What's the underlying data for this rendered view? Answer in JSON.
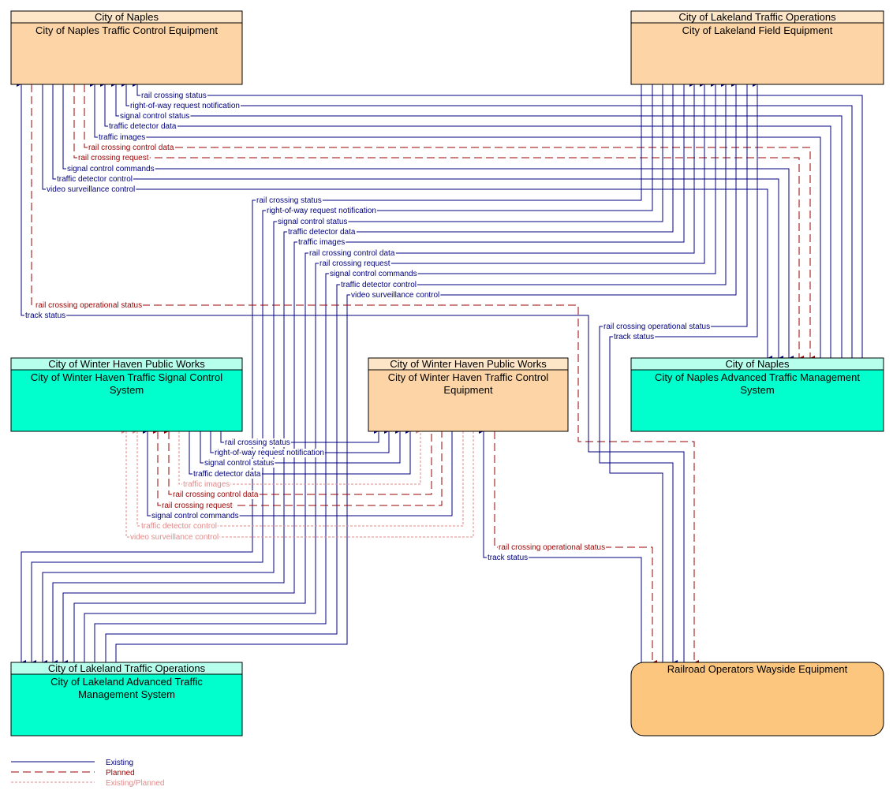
{
  "colors": {
    "existing": "#000080",
    "planned": "#9a0000",
    "existing_planned": "#e38a8a",
    "orange_fill": "#fcd4a6",
    "orange_header": "#fde5c8",
    "teal_fill": "#00ffcc",
    "teal_header": "#b6ffec",
    "wayside_fill": "#fcc67e",
    "box_stroke": "#000000"
  },
  "boxes": {
    "naples_tce": {
      "owner": "City of Naples",
      "title": [
        "City of Naples Traffic Control Equipment"
      ]
    },
    "lakeland_fe": {
      "owner": "City of Lakeland Traffic Operations",
      "title": [
        "City of Lakeland Field Equipment"
      ]
    },
    "wh_tscs": {
      "owner": "City of Winter Haven Public Works",
      "title": [
        "City of Winter Haven Traffic Signal Control",
        "System"
      ]
    },
    "wh_tce": {
      "owner": "City of Winter Haven Public Works",
      "title": [
        "City of Winter Haven Traffic Control",
        "Equipment"
      ]
    },
    "naples_atms": {
      "owner": "City of Naples",
      "title": [
        "City of Naples Advanced Traffic Management",
        "System"
      ]
    },
    "lakeland_atms": {
      "owner": "City of Lakeland Traffic Operations",
      "title": [
        "City of Lakeland Advanced Traffic",
        "Management System"
      ]
    },
    "wayside": {
      "title": [
        "Railroad Operators Wayside Equipment"
      ]
    }
  },
  "flows": {
    "naples": [
      {
        "label": "rail crossing status",
        "kind": "existing"
      },
      {
        "label": "right-of-way request notification",
        "kind": "existing"
      },
      {
        "label": "signal control status",
        "kind": "existing"
      },
      {
        "label": "traffic detector data",
        "kind": "existing"
      },
      {
        "label": "traffic images",
        "kind": "existing"
      },
      {
        "label": "rail crossing control data",
        "kind": "planned"
      },
      {
        "label": "rail crossing request",
        "kind": "planned"
      },
      {
        "label": "signal control commands",
        "kind": "existing"
      },
      {
        "label": "traffic detector control",
        "kind": "existing"
      },
      {
        "label": "video surveillance control",
        "kind": "existing"
      }
    ],
    "naples_wayside": [
      {
        "label": "rail crossing operational status",
        "kind": "planned"
      },
      {
        "label": "track status",
        "kind": "existing"
      }
    ],
    "lakeland": [
      {
        "label": "rail crossing status",
        "kind": "existing"
      },
      {
        "label": "right-of-way request notification",
        "kind": "existing"
      },
      {
        "label": "signal control status",
        "kind": "existing"
      },
      {
        "label": "traffic detector data",
        "kind": "existing"
      },
      {
        "label": "traffic images",
        "kind": "existing"
      },
      {
        "label": "rail crossing control data",
        "kind": "existing"
      },
      {
        "label": "rail crossing request",
        "kind": "existing"
      },
      {
        "label": "signal control commands",
        "kind": "existing"
      },
      {
        "label": "traffic detector control",
        "kind": "existing"
      },
      {
        "label": "video surveillance control",
        "kind": "existing"
      }
    ],
    "lakeland_wayside": [
      {
        "label": "rail crossing operational status",
        "kind": "existing"
      },
      {
        "label": "track status",
        "kind": "existing"
      }
    ],
    "winterhaven": [
      {
        "label": "rail crossing status",
        "kind": "existing"
      },
      {
        "label": "right-of-way request notification",
        "kind": "existing"
      },
      {
        "label": "signal control status",
        "kind": "existing"
      },
      {
        "label": "traffic detector data",
        "kind": "existing"
      },
      {
        "label": "traffic images",
        "kind": "existing_planned"
      },
      {
        "label": "rail crossing control data",
        "kind": "planned"
      },
      {
        "label": "rail crossing request",
        "kind": "planned"
      },
      {
        "label": "signal control commands",
        "kind": "existing"
      },
      {
        "label": "traffic detector control",
        "kind": "existing_planned"
      },
      {
        "label": "video surveillance control",
        "kind": "existing_planned"
      }
    ],
    "winterhaven_wayside": [
      {
        "label": "rail crossing operational status",
        "kind": "planned"
      },
      {
        "label": "track status",
        "kind": "existing"
      }
    ]
  },
  "legend": [
    {
      "label": "Existing",
      "kind": "existing"
    },
    {
      "label": "Planned",
      "kind": "planned"
    },
    {
      "label": "Existing/Planned",
      "kind": "existing_planned"
    }
  ]
}
